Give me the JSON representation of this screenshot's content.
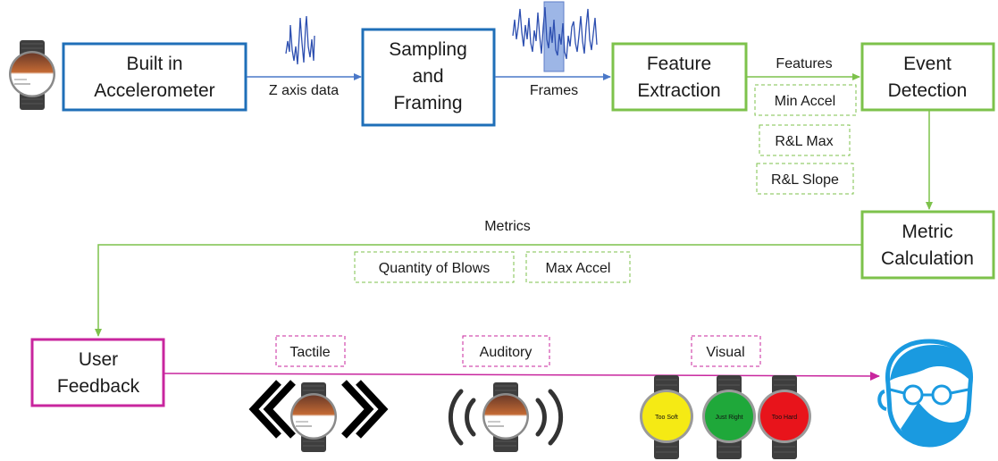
{
  "boxes": {
    "accelerometer": [
      "Built in",
      "Accelerometer"
    ],
    "sampling": [
      "Sampling",
      "and",
      "Framing"
    ],
    "feature_extraction": [
      "Feature",
      "Extraction"
    ],
    "event_detection": [
      "Event",
      "Detection"
    ],
    "metric_calculation": [
      "Metric",
      "Calculation"
    ],
    "user_feedback": [
      "User",
      "Feedback"
    ]
  },
  "edge_labels": {
    "z_axis": "Z axis data",
    "frames": "Frames",
    "features": "Features",
    "metrics": "Metrics"
  },
  "features": [
    "Min  Accel",
    "R&L Max",
    "R&L Slope"
  ],
  "metrics": [
    "Quantity of Blows",
    "Max Accel"
  ],
  "feedback_modes": [
    "Tactile",
    "Auditory",
    "Visual"
  ],
  "visual_faces": [
    {
      "text": "Too Soft",
      "color": "#f5ea14"
    },
    {
      "text": "Just Right",
      "color": "#1fa83a"
    },
    {
      "text": "Too Hard",
      "color": "#e8141b"
    }
  ],
  "colors": {
    "blue": "#1f6fb8",
    "green": "#7dc24b",
    "magenta": "#c8269e",
    "arrow_blue": "#4a78c8",
    "face_blue": "#1a9ae0"
  },
  "icons": [
    "smartwatch-icon",
    "vibration-chevrons-icon",
    "sound-waves-icon",
    "user-face-icon"
  ]
}
